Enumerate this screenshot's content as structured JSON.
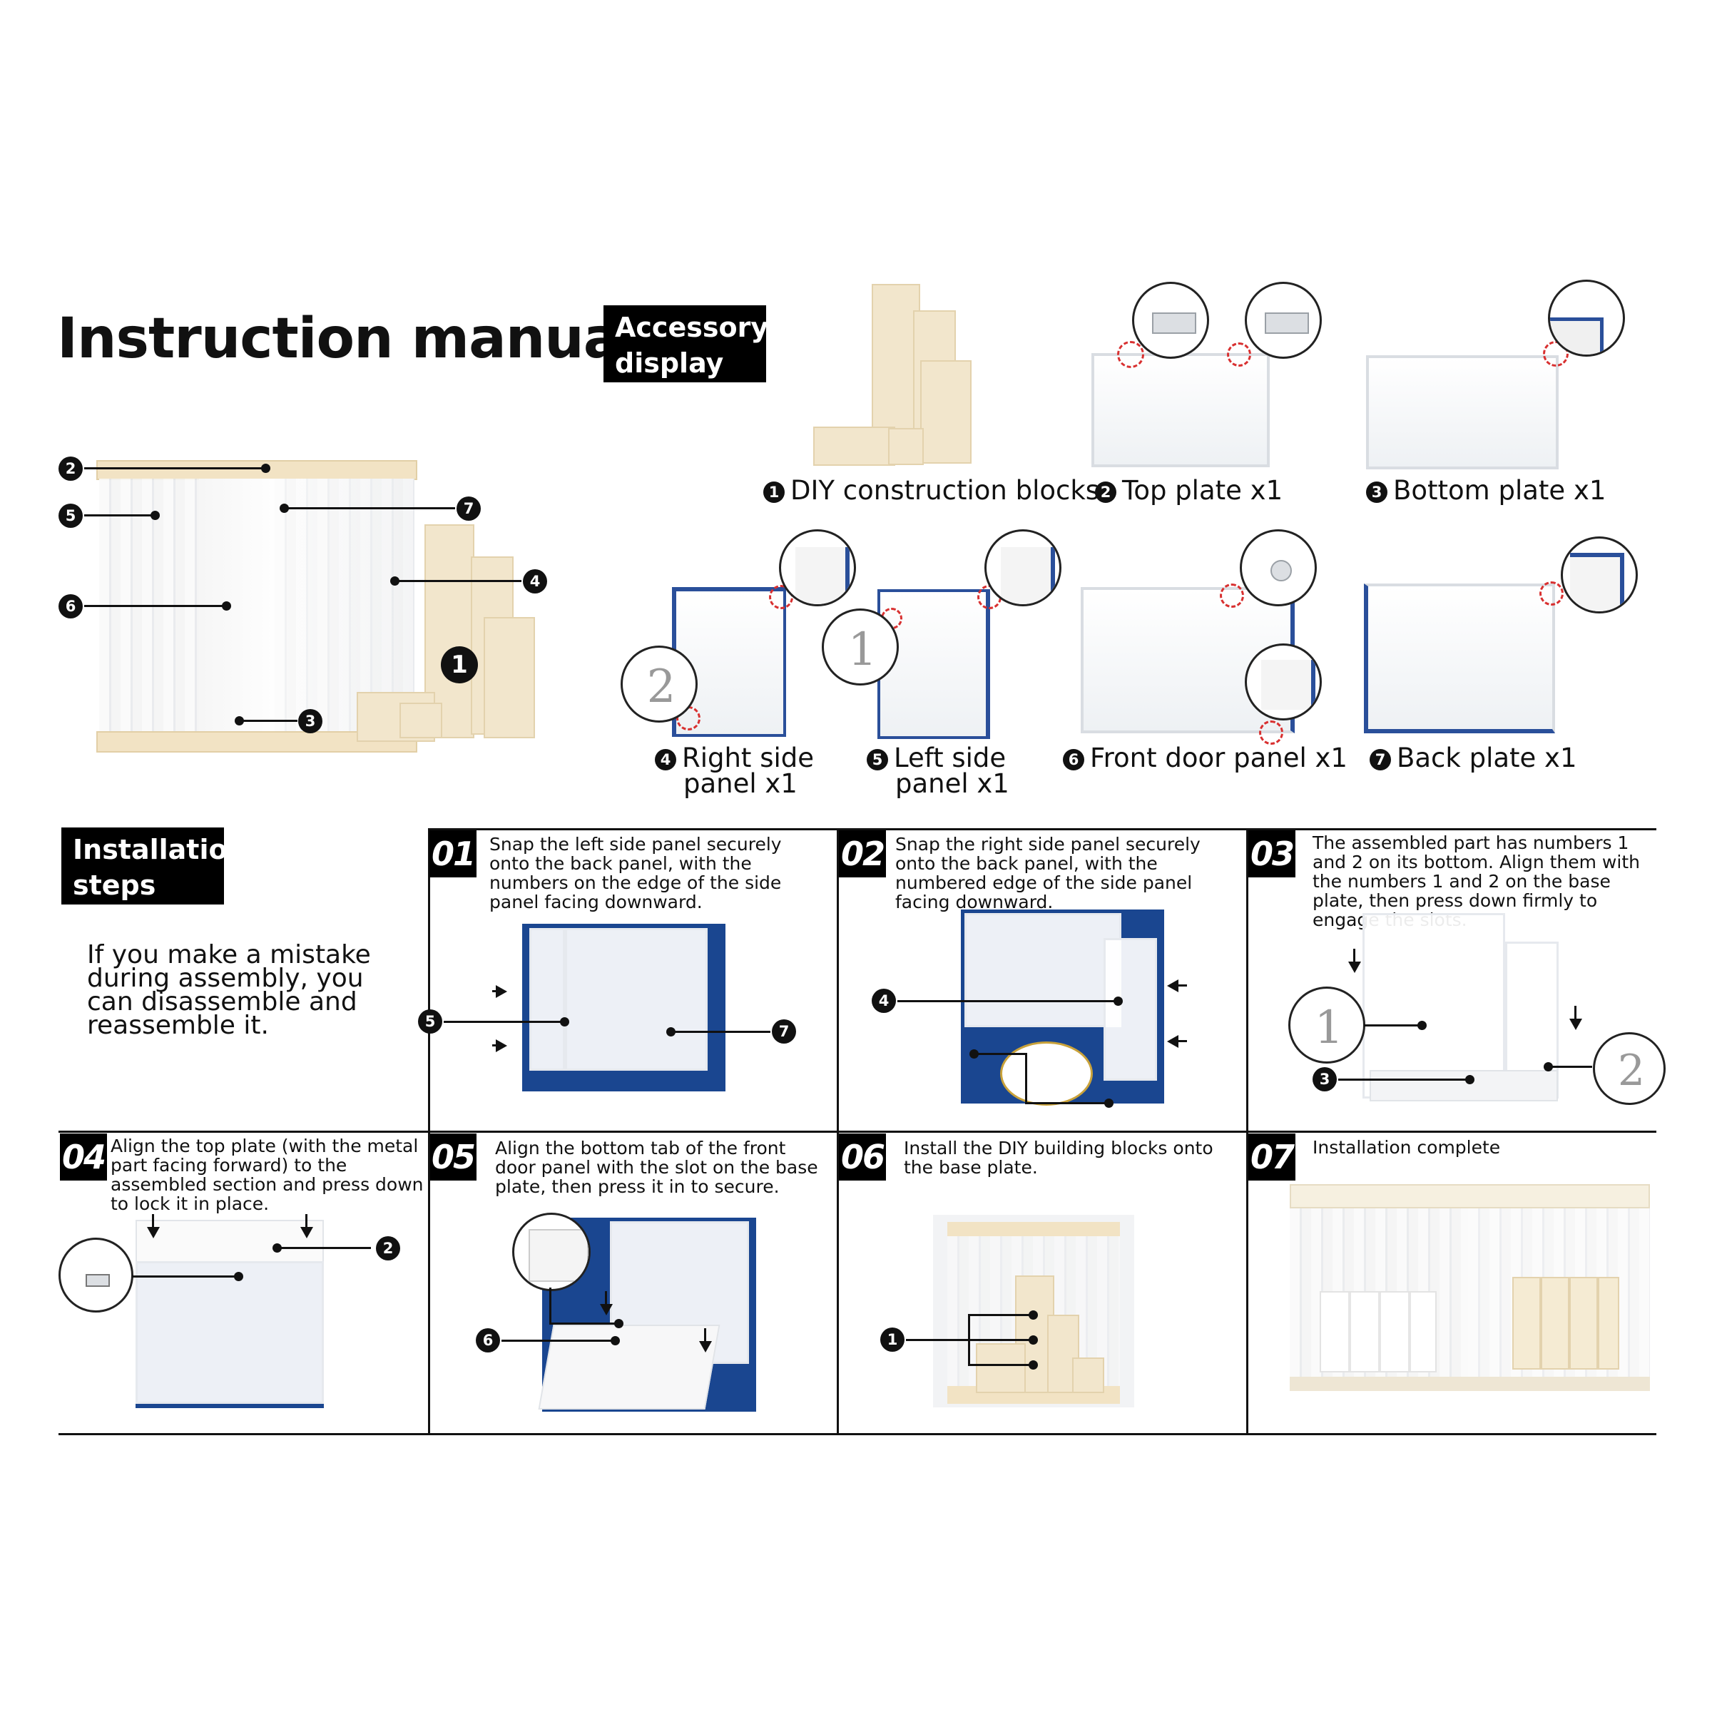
{
  "title": "Instruction manual",
  "accessory_label_line1": "Accessory",
  "accessory_label_line2": "display",
  "install_label_line1": "Installation",
  "install_label_line2": "steps",
  "mistake_note_line1": "If you make a mistake",
  "mistake_note_line2": "during assembly, you",
  "mistake_note_line3": "can disassemble and",
  "mistake_note_line4": "reassemble it.",
  "callouts": {
    "c1": "1",
    "c2": "2",
    "c3": "3",
    "c4": "4",
    "c5": "5",
    "c6": "6",
    "c7": "7"
  },
  "accessories": [
    {
      "num": "1",
      "line1": "DIY construction blocks",
      "line2": ""
    },
    {
      "num": "2",
      "line1": "Top plate x1",
      "line2": ""
    },
    {
      "num": "3",
      "line1": "Bottom plate x1",
      "line2": ""
    },
    {
      "num": "4",
      "line1": "Right side",
      "line2": "panel x1"
    },
    {
      "num": "5",
      "line1": "Left side",
      "line2": "panel x1"
    },
    {
      "num": "6",
      "line1": "Front door panel x1",
      "line2": ""
    },
    {
      "num": "7",
      "line1": "Back plate x1",
      "line2": ""
    }
  ],
  "marks": {
    "m1": "1",
    "m2": "2"
  },
  "steps": [
    {
      "num": "01",
      "text": "Snap the left side panel securely onto the back panel, with the numbers on the edge of the side panel facing downward."
    },
    {
      "num": "02",
      "text": "Snap the right side panel securely onto the back panel, with the numbered edge of the side panel facing downward."
    },
    {
      "num": "03",
      "text": "The assembled part has numbers 1 and 2 on its bottom. Align them with the numbers 1 and 2 on the base plate, then press down firmly to engage the slots."
    },
    {
      "num": "04",
      "text": "Align the top plate (with the metal part facing forward) to the assembled section and press down to lock it in place."
    },
    {
      "num": "05",
      "text": "Align the bottom tab of the front door panel with the slot on the base plate, then press it in to secure."
    },
    {
      "num": "06",
      "text": "Install the DIY building blocks onto the base plate."
    },
    {
      "num": "07",
      "text": "Installation complete"
    }
  ]
}
